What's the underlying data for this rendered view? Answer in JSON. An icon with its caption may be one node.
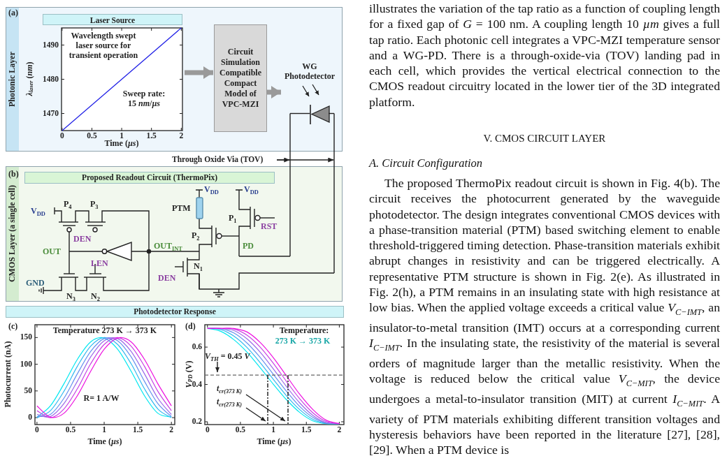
{
  "diagram": {
    "nodes": [
      {
        "text": [
          "Photonic Layer"
        ]
      },
      {
        "text": [
          "Laser Source"
        ],
        "in": 0
      },
      {
        "text": [
          "Circuit Simulation Compatible Compact Model of VPC-MZI"
        ],
        "in": 0
      },
      {
        "text": [
          "WG Photodetector"
        ],
        "in": 0
      },
      {
        "text": [
          "Through Oxide Via (TOV)"
        ]
      },
      {
        "text": [
          "CMOS Layer (a single cell)"
        ]
      },
      {
        "text": [
          "Proposed Readout Circuit (ThermoPix)"
        ],
        "in": 5
      },
      {
        "text": [
          "Photodetector Response"
        ]
      },
      {
        "text": [],
        "shape": "line"
      },
      {
        "text": [],
        "shape": "line"
      }
    ],
    "edges": [
      {
        "from": 1,
        "to": 2,
        "arrow": "to",
        "style": "thick"
      },
      {
        "from": 2,
        "to": 3,
        "arrow": "to",
        "style": "thick"
      },
      {
        "from": 4,
        "to": 8,
        "arrow": "to",
        "color": "#222222"
      },
      {
        "from": 4,
        "to": 9,
        "arrow": "to",
        "color": "#222222"
      }
    ],
    "labels": [
      "(a)",
      "(b)",
      "P$_{4}$",
      "P$_{3}$",
      "V$_{DD}$",
      "DEN",
      "OUT",
      "LEN",
      "GND",
      "N$_{3}$",
      "N$_{2}$",
      "V$_{DD}$",
      "V$_{DD}$",
      "PTM",
      "P$_{1}$",
      "RST",
      "P$_{2}$",
      "OUT$_{INT}$",
      "PD",
      "N$_{1}$",
      "DEN",
      "(c)",
      "(d)",
      "illustrates the variation of the tap ratio as a function of coupling length for a fixed gap of *G* = 100 nm. A coupling length 10 *µm* gives a full tap ratio. Each photonic cell integrates a VPC-MZI temperature sensor and a WG-PD. There is a through-oxide-via (TOV) landing pad in each cell, which provides the vertical electrical connection to the CMOS readout circuitry located in the lower tier of the 3D integrated platform.",
      "V. CMOS CIRCUIT LAYER",
      "A. Circuit Configuration",
      "The proposed ThermoPix readout circuit is shown in Fig. 4(b). The circuit receives the photocurrent generated by the waveguide photodetector. The design integrates conventional CMOS devices with a phase-transition material (PTM) based switching element to enable threshold-triggered timing detection. Phase-transition materials exhibit abrupt changes in resistivity and can be triggered electrically. A representative PTM structure is shown in Fig. 2(e). As illustrated in Fig. 2(h), a PTM remains in an insulating state with high resistance at low bias. When the applied voltage exceeds a critical value *V*$_{C−IMT}$, an insulator-to-metal transition (IMT) occurs at a corresponding current *I*$_{C−IMT}$. In the insulating state, the resistivity of the material is several orders of magnitude larger than the metallic resistivity. When the voltage is reduced below the critical value *V*$_{C−MIT}$, the device undergoes a metal-to-insulator transition (MIT) at current *I*$_{C−MIT}$. A variety of PTM materials exhibiting different transition voltages and hysteresis behaviors have been reported in the literature [27], [28], [29]. When a PTM device is"
    ],
    "chart_data": [
      {
        "type": "line",
        "xlabel": "Time (*µs*)",
        "ylabel": "*λ*$_{laser}$ (*nm*)",
        "x": [
          0,
          2
        ],
        "series": [
          {
            "color": "#1f1fe6",
            "values": [
              1465,
              1495
            ]
          }
        ],
        "xlim": [
          -0.01,
          2.02
        ],
        "ylim": [
          1465,
          1495
        ],
        "xticks": [
          0,
          0.5,
          1,
          1.5,
          2
        ],
        "yticks": [
          1470,
          1480,
          1490
        ],
        "annotations": [
          "Wavelength swept laser source for transient operation",
          "Sweep rate: 15 *nm*/*µs*"
        ]
      },
      {
        "type": "line",
        "xlabel": "Time (*µs*)",
        "ylabel": "Photocurrent (nA)",
        "x": [
          0,
          0.2,
          0.4,
          0.6,
          0.8,
          1,
          1.2,
          1.4,
          1.6,
          1.8,
          2
        ],
        "series": [
          {
            "color": "#00e8f0",
            "values": [
              1,
              22,
              63,
              109,
              142,
              149,
              128,
              87,
              41,
              8,
              1
            ]
          },
          {
            "color": "#33b8f0",
            "values": [
              0,
              13,
              49,
              96,
              134,
              150,
              137,
              101,
              54,
              16,
              0
            ]
          },
          {
            "color": "#6690ee",
            "values": [
              2,
              6,
              36,
              82,
              124,
              148,
              144,
              114,
              68,
              26,
              2
            ]
          },
          {
            "color": "#9a6ae8",
            "values": [
              6,
              2,
              26,
              68,
              114,
              144,
              148,
              124,
              82,
              36,
              6
            ]
          },
          {
            "color": "#c840e4",
            "values": [
              13,
              0,
              16,
              54,
              101,
              137,
              150,
              134,
              96,
              49,
              13
            ]
          },
          {
            "color": "#ee10e0",
            "values": [
              22,
              1,
              8,
              41,
              87,
              128,
              149,
              142,
              109,
              63,
              22
            ]
          }
        ],
        "xlim": [
          -0.03,
          2.05
        ],
        "ylim": [
          -13,
          174
        ],
        "xticks": [
          0,
          0.5,
          1,
          1.5,
          2
        ],
        "yticks": [
          0,
          50,
          100,
          150
        ],
        "annotations": [
          "Temperature 273 K → 373 K",
          "R= 1 A/W"
        ]
      },
      {
        "type": "line",
        "xlabel": "Time (*µs*)",
        "ylabel": "*V*$_{PD}$ (V)",
        "x": [
          0,
          0.2,
          0.4,
          0.6,
          0.8,
          1,
          1.2,
          1.4,
          1.6,
          1.8,
          2
        ],
        "series": [
          {
            "color": "#00e8f0",
            "values": [
              0.7,
              0.685,
              0.64,
              0.573,
              0.489,
              0.401,
              0.318,
              0.25,
              0.205,
              0.19,
              0.19
            ]
          },
          {
            "color": "#33b8f0",
            "values": [
              0.7,
              0.694,
              0.659,
              0.598,
              0.517,
              0.427,
              0.339,
              0.265,
              0.213,
              0.191,
              0.19
            ]
          },
          {
            "color": "#6690ee",
            "values": [
              0.7,
              0.699,
              0.676,
              0.622,
              0.545,
              0.454,
              0.363,
              0.282,
              0.223,
              0.193,
              0.19
            ]
          },
          {
            "color": "#9a6ae8",
            "values": [
              0.7,
              0.7,
              0.689,
              0.644,
              0.573,
              0.483,
              0.388,
              0.301,
              0.234,
              0.196,
              0.19
            ]
          },
          {
            "color": "#c840e4",
            "values": [
              0.7,
              0.7,
              0.697,
              0.664,
              0.6,
              0.513,
              0.416,
              0.323,
              0.248,
              0.202,
              0.19
            ]
          },
          {
            "color": "#ee10e0",
            "values": [
              0.7,
              0.7,
              0.7,
              0.681,
              0.625,
              0.543,
              0.445,
              0.347,
              0.265,
              0.209,
              0.19
            ]
          }
        ],
        "xlim": [
          -0.04,
          2.07
        ],
        "ylim": [
          0.185,
          0.72
        ],
        "xticks": [
          0,
          0.5,
          1,
          1.5,
          2
        ],
        "yticks": [
          0.2,
          0.4,
          0.6
        ],
        "ref_lines": [
          {
            "axis": "y",
            "value": 0.45
          }
        ],
        "annotations": [
          "Temperature:",
          "273 K → 373 K",
          "*V*$_{TH}$ = 0.45 *V*",
          "*t*$_{cr(373 K)}$",
          "*t*$_{cr(273 K)}$"
        ]
      }
    ]
  }
}
